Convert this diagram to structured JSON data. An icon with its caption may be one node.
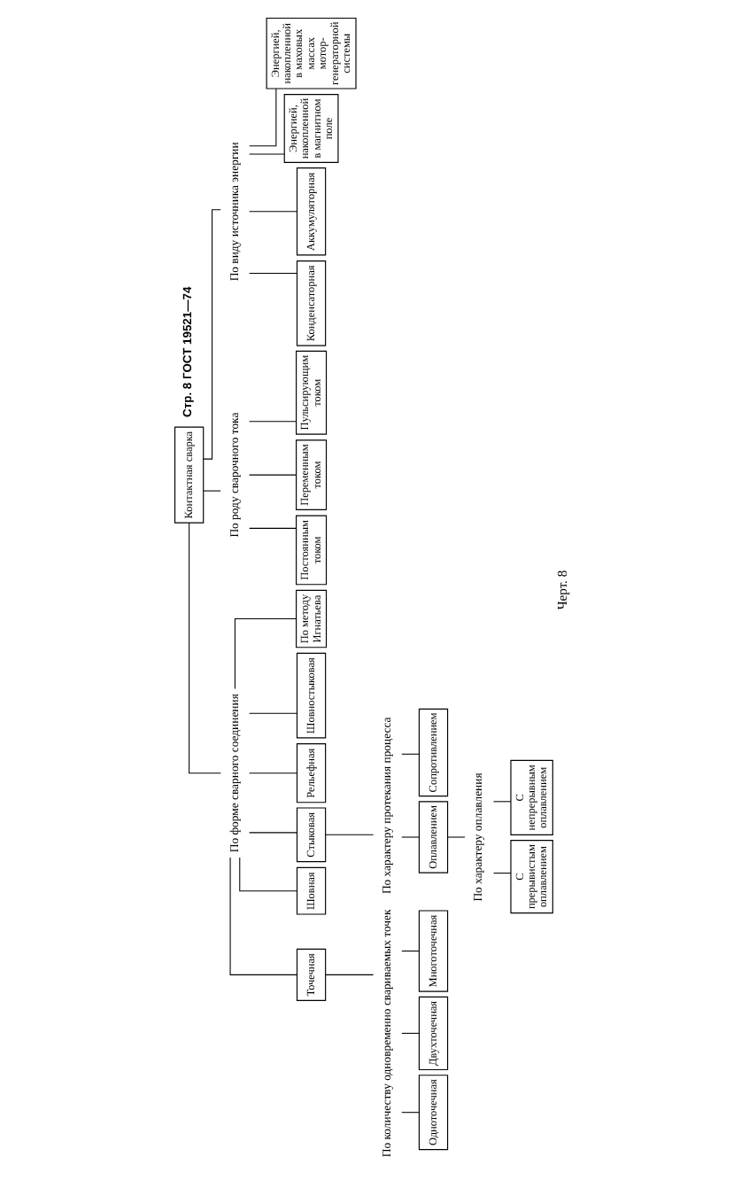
{
  "diagram": {
    "caption": "Черт. 8",
    "nodes": [
      {
        "text": [
          "Контактная сварка"
        ]
      },
      {
        "text": [
          "По форме сварного соединения"
        ]
      },
      {
        "text": [
          "Точечная"
        ]
      },
      {
        "text": [
          "Шовная"
        ]
      },
      {
        "text": [
          "Стыковая"
        ]
      },
      {
        "text": [
          "Рельефная"
        ]
      },
      {
        "text": [
          "Шовностыковая"
        ]
      },
      {
        "text": [
          "По методу Игнатьева"
        ]
      },
      {
        "text": [
          "По роду сварочного тока"
        ]
      },
      {
        "text": [
          "Постоянным током"
        ]
      },
      {
        "text": [
          "Переменным током"
        ]
      },
      {
        "text": [
          "Пульсирующим током"
        ]
      },
      {
        "text": [
          "По виду источника энергии"
        ]
      },
      {
        "text": [
          "Конденсаторная"
        ]
      },
      {
        "text": [
          "Аккумуляторная"
        ]
      },
      {
        "text": [
          "Энергией, накопленной в магнитном поле"
        ]
      },
      {
        "text": [
          "Энергией, накопленной в маховых массах мотор-генераторной системы"
        ]
      },
      {
        "text": [
          "По количеству одновременно свариваемых точек"
        ]
      },
      {
        "text": [
          "Одноточечная"
        ]
      },
      {
        "text": [
          "Двухточечная"
        ]
      },
      {
        "text": [
          "Многоточечная"
        ]
      },
      {
        "text": [
          "По характеру протекания процесса"
        ]
      },
      {
        "text": [
          "Оплавлением"
        ]
      },
      {
        "text": [
          "Сопротивлением"
        ]
      },
      {
        "text": [
          "По характеру оплавления"
        ]
      },
      {
        "text": [
          "С прерывистым оплавлением"
        ]
      },
      {
        "text": [
          "С непрерывным оплавлением"
        ]
      }
    ],
    "edges": [
      {
        "from": 0,
        "to": 1,
        "arrow": "none"
      },
      {
        "from": 1,
        "to": 2,
        "arrow": "none"
      },
      {
        "from": 1,
        "to": 3,
        "arrow": "none"
      },
      {
        "from": 1,
        "to": 4,
        "arrow": "none"
      },
      {
        "from": 1,
        "to": 5,
        "arrow": "none"
      },
      {
        "from": 1,
        "to": 6,
        "arrow": "none"
      },
      {
        "from": 1,
        "to": 7,
        "arrow": "none"
      },
      {
        "from": 0,
        "to": 8,
        "arrow": "none"
      },
      {
        "from": 8,
        "to": 9,
        "arrow": "none"
      },
      {
        "from": 8,
        "to": 10,
        "arrow": "none"
      },
      {
        "from": 8,
        "to": 11,
        "arrow": "none"
      },
      {
        "from": 0,
        "to": 12,
        "arrow": "none"
      },
      {
        "from": 12,
        "to": 13,
        "arrow": "none"
      },
      {
        "from": 12,
        "to": 14,
        "arrow": "none"
      },
      {
        "from": 12,
        "to": 15,
        "arrow": "none"
      },
      {
        "from": 12,
        "to": 16,
        "arrow": "none"
      },
      {
        "from": 2,
        "to": 17,
        "arrow": "none"
      },
      {
        "from": 17,
        "to": 18,
        "arrow": "none"
      },
      {
        "from": 17,
        "to": 19,
        "arrow": "none"
      },
      {
        "from": 17,
        "to": 20,
        "arrow": "none"
      },
      {
        "from": 4,
        "to": 21,
        "arrow": "none"
      },
      {
        "from": 21,
        "to": 22,
        "arrow": "none"
      },
      {
        "from": 21,
        "to": 23,
        "arrow": "none"
      },
      {
        "from": 22,
        "to": 24,
        "arrow": "none"
      },
      {
        "from": 24,
        "to": 25,
        "arrow": "none"
      },
      {
        "from": 24,
        "to": 26,
        "arrow": "none"
      }
    ],
    "labels": [
      "Стр. 8 ГОСТ 19521—74"
    ]
  }
}
